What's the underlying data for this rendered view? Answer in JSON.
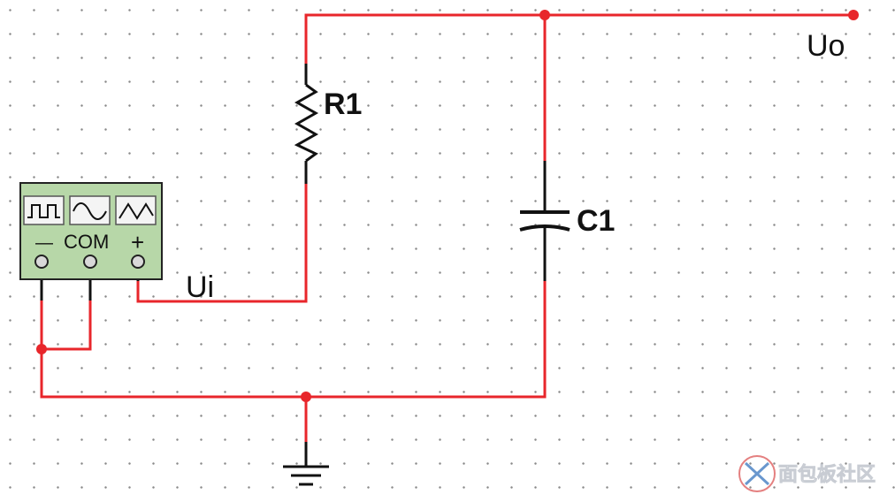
{
  "circuit": {
    "resistor_label": "R1",
    "capacitor_label": "C1",
    "input_label": "Ui",
    "output_label": "Uo"
  },
  "function_generator": {
    "waveform_buttons": [
      "square-wave",
      "sine-wave",
      "triangle-wave"
    ],
    "minus_label": "—",
    "com_label": "COM",
    "plus_label": "+",
    "body_color": "#b7d7a8"
  },
  "colors": {
    "wire": "#e8262b",
    "component": "#111111",
    "grid_dot": "#8a8a8a"
  },
  "watermark": {
    "text": "面包板社区"
  }
}
